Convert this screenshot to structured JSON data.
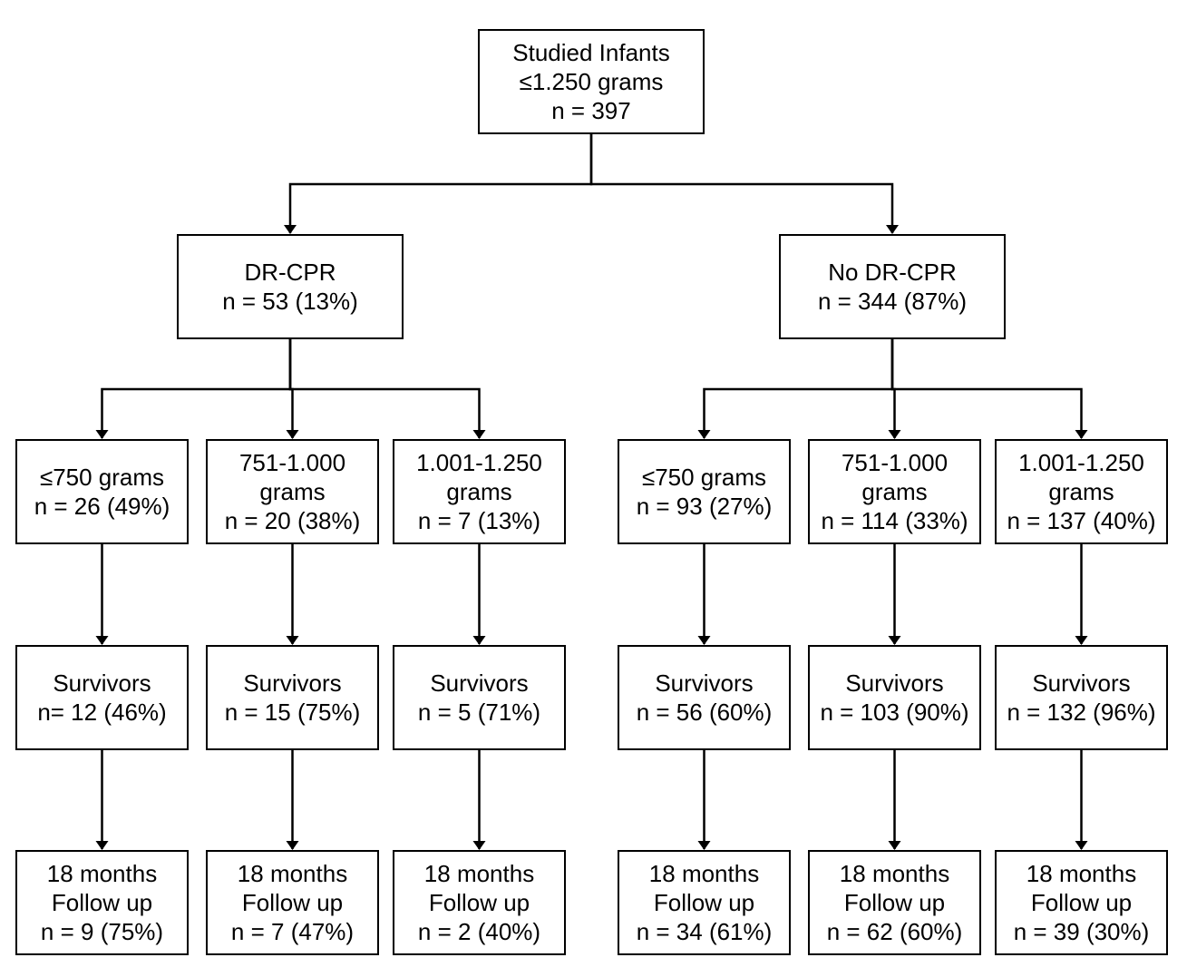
{
  "nodes": {
    "root": {
      "lines": [
        "Studied Infants",
        "≤1.250 grams",
        "n = 397"
      ]
    },
    "dr": {
      "lines": [
        "DR-CPR",
        "n = 53 (13%)"
      ]
    },
    "nodr": {
      "lines": [
        "No DR-CPR",
        "n = 344 (87%)"
      ]
    },
    "dr_w1": {
      "lines": [
        "≤750 grams",
        "n = 26 (49%)"
      ]
    },
    "dr_w2": {
      "lines": [
        "751-1.000",
        "grams",
        "n = 20 (38%)"
      ]
    },
    "dr_w3": {
      "lines": [
        "1.001-1.250",
        "grams",
        "n = 7 (13%)"
      ]
    },
    "nodr_w1": {
      "lines": [
        "≤750 grams",
        "n = 93 (27%)"
      ]
    },
    "nodr_w2": {
      "lines": [
        "751-1.000",
        "grams",
        "n = 114 (33%)"
      ]
    },
    "nodr_w3": {
      "lines": [
        "1.001-1.250",
        "grams",
        "n = 137 (40%)"
      ]
    },
    "dr_s1": {
      "lines": [
        "Survivors",
        "n= 12 (46%)"
      ]
    },
    "dr_s2": {
      "lines": [
        "Survivors",
        "n = 15 (75%)"
      ]
    },
    "dr_s3": {
      "lines": [
        "Survivors",
        "n = 5 (71%)"
      ]
    },
    "nodr_s1": {
      "lines": [
        "Survivors",
        "n = 56 (60%)"
      ]
    },
    "nodr_s2": {
      "lines": [
        "Survivors",
        "n = 103 (90%)"
      ]
    },
    "nodr_s3": {
      "lines": [
        "Survivors",
        "n = 132 (96%)"
      ]
    },
    "dr_f1": {
      "lines": [
        "18 months",
        "Follow up",
        "n = 9 (75%)"
      ]
    },
    "dr_f2": {
      "lines": [
        "18 months",
        "Follow up",
        "n = 7 (47%)"
      ]
    },
    "dr_f3": {
      "lines": [
        "18 months",
        "Follow up",
        "n = 2 (40%)"
      ]
    },
    "nodr_f1": {
      "lines": [
        "18 months",
        "Follow up",
        "n = 34 (61%)"
      ]
    },
    "nodr_f2": {
      "lines": [
        "18 months",
        "Follow up",
        "n = 62 (60%)"
      ]
    },
    "nodr_f3": {
      "lines": [
        "18 months",
        "Follow up",
        "n = 39 (30%)"
      ]
    }
  },
  "edges": [
    [
      "root",
      "dr"
    ],
    [
      "root",
      "nodr"
    ],
    [
      "dr",
      "dr_w1"
    ],
    [
      "dr",
      "dr_w2"
    ],
    [
      "dr",
      "dr_w3"
    ],
    [
      "nodr",
      "nodr_w1"
    ],
    [
      "nodr",
      "nodr_w2"
    ],
    [
      "nodr",
      "nodr_w3"
    ],
    [
      "dr_w1",
      "dr_s1"
    ],
    [
      "dr_w2",
      "dr_s2"
    ],
    [
      "dr_w3",
      "dr_s3"
    ],
    [
      "nodr_w1",
      "nodr_s1"
    ],
    [
      "nodr_w2",
      "nodr_s2"
    ],
    [
      "nodr_w3",
      "nodr_s3"
    ],
    [
      "dr_s1",
      "dr_f1"
    ],
    [
      "dr_s2",
      "dr_f2"
    ],
    [
      "dr_s3",
      "dr_f3"
    ],
    [
      "nodr_s1",
      "nodr_f1"
    ],
    [
      "nodr_s2",
      "nodr_f2"
    ],
    [
      "nodr_s3",
      "nodr_f3"
    ]
  ]
}
